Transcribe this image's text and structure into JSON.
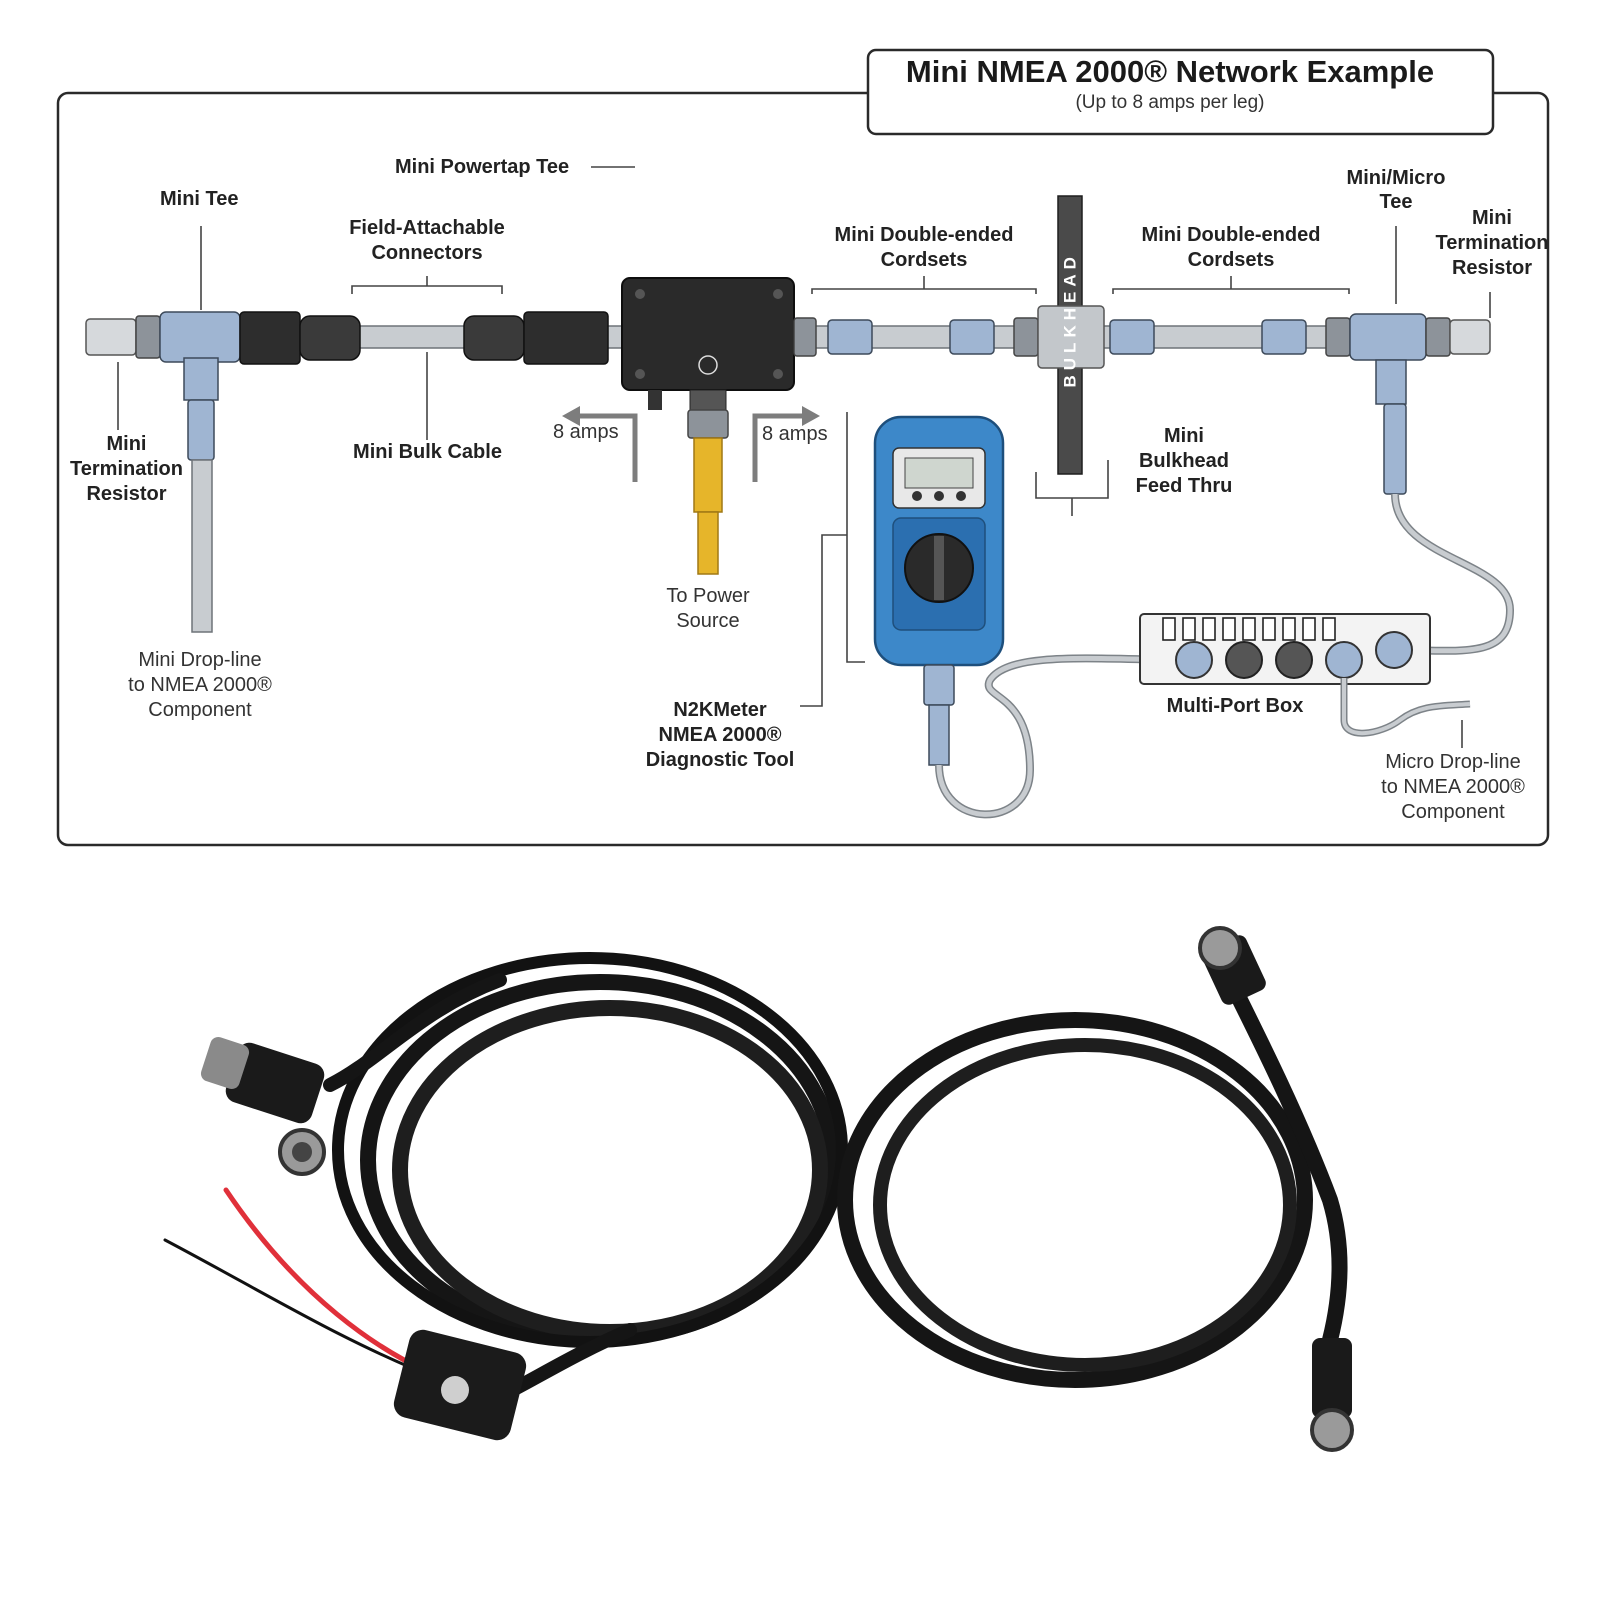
{
  "header": {
    "title": "Mini NMEA 2000® Network Example",
    "subtitle": "(Up to 8 amps per leg)"
  },
  "labels": {
    "mini_powertap_tee": "Mini Powertap Tee",
    "mini_tee": "Mini Tee",
    "field_attachable_1": "Field-Attachable",
    "field_attachable_2": "Connectors",
    "mini_double_left_1": "Mini Double-ended",
    "mini_double_left_2": "Cordsets",
    "mini_double_right_1": "Mini Double-ended",
    "mini_double_right_2": "Cordsets",
    "mini_micro_tee_1": "Mini/Micro",
    "mini_micro_tee_2": "Tee",
    "mini_term_right_1": "Mini",
    "mini_term_right_2": "Termination",
    "mini_term_right_3": "Resistor",
    "mini_term_left_1": "Mini",
    "mini_term_left_2": "Termination",
    "mini_term_left_3": "Resistor",
    "mini_bulk_cable": "Mini Bulk Cable",
    "amps_left": "8 amps",
    "amps_right": "8 amps",
    "to_power_1": "To Power",
    "to_power_2": "Source",
    "bulkhead": "BULKHEAD",
    "bulkhead_feed_1": "Mini",
    "bulkhead_feed_2": "Bulkhead",
    "bulkhead_feed_3": "Feed Thru",
    "mini_drop_1": "Mini Drop-line",
    "mini_drop_2": "to NMEA 2000®",
    "mini_drop_3": "Component",
    "n2k_1": "N2KMeter",
    "n2k_2": "NMEA 2000®",
    "n2k_3": "Diagnostic Tool",
    "multiport": "Multi-Port Box",
    "micro_drop_1": "Micro Drop-line",
    "micro_drop_2": "to NMEA 2000®",
    "micro_drop_3": "Component"
  },
  "colors": {
    "connector_blue": "#9fb5d2",
    "cable_gray": "#bfc3c7",
    "power_yellow": "#e6b52a",
    "meter_blue": "#3d88c9",
    "product_black": "#151515",
    "wire_red": "#e0303a"
  }
}
